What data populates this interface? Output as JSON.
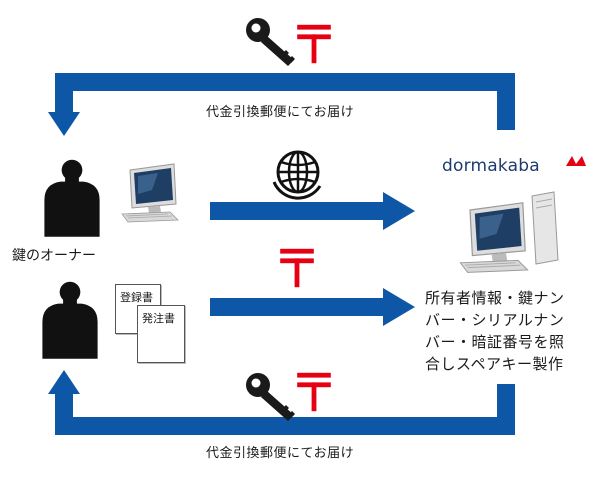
{
  "captions": {
    "top_arrow": "代金引換郵便にてお届け",
    "bottom_arrow": "代金引換郵便にてお届け"
  },
  "owner": {
    "label": "鍵のオーナー"
  },
  "documents": {
    "registration": "登録書",
    "order": "発注書"
  },
  "brand": {
    "name": "dormakaba"
  },
  "dealer": {
    "lines": [
      "所有者情報・鍵ナン",
      "バー・シリアルナン",
      "バー・暗証番号を照",
      "合しスペアキー製作"
    ]
  },
  "colors": {
    "arrow_blue": "#0e57a7",
    "postal_red": "#e60012",
    "silhouette": "#111111"
  },
  "icons": [
    "key-icon",
    "postal-mark-icon",
    "globe-icon",
    "person-icon",
    "computer-icon",
    "document-icon"
  ]
}
